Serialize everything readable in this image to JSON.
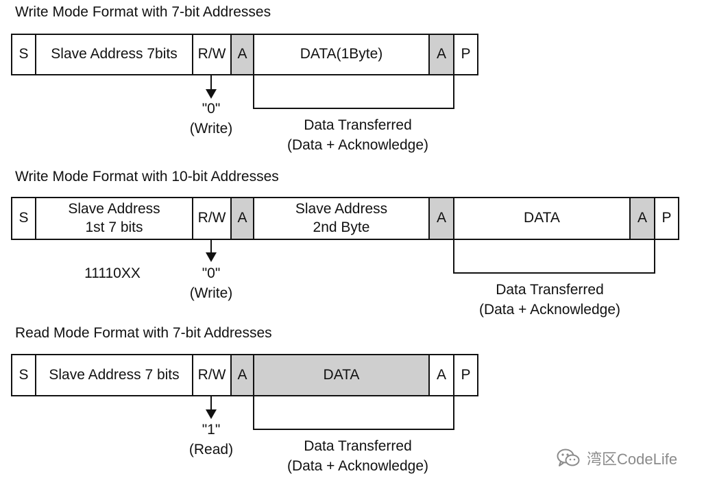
{
  "diagram": {
    "section1": {
      "title": "Write Mode Format with 7-bit Addresses",
      "cells": {
        "start": "S",
        "address": "Slave Address 7bits",
        "rw": "R/W",
        "ack1": "A",
        "data": "DATA(1Byte)",
        "ack2": "A",
        "stop": "P"
      },
      "rw_value": "\"0\"",
      "rw_mode": "(Write)",
      "transfer_line1": "Data Transferred",
      "transfer_line2": "(Data + Acknowledge)"
    },
    "section2": {
      "title": "Write Mode Format with 10-bit Addresses",
      "cells": {
        "start": "S",
        "address_line1": "Slave Address",
        "address_line2": "1st 7 bits",
        "rw": "R/W",
        "ack1": "A",
        "address2_line1": "Slave Address",
        "address2_line2": "2nd Byte",
        "ack2": "A",
        "data": "DATA",
        "ack3": "A",
        "stop": "P"
      },
      "address_pattern": "11110XX",
      "rw_value": "\"0\"",
      "rw_mode": "(Write)",
      "transfer_line1": "Data Transferred",
      "transfer_line2": "(Data + Acknowledge)"
    },
    "section3": {
      "title": "Read Mode Format with 7-bit Addresses",
      "cells": {
        "start": "S",
        "address": "Slave Address 7 bits",
        "rw": "R/W",
        "ack1": "A",
        "data": "DATA",
        "ack2": "A",
        "stop": "P"
      },
      "rw_value": "\"1\"",
      "rw_mode": "(Read)",
      "transfer_line1": "Data Transferred",
      "transfer_line2": "(Data + Acknowledge)"
    },
    "colors": {
      "shaded_cell": "#cfcfcf",
      "line": "#111111",
      "watermark": "#8a8a8a"
    }
  },
  "watermark": {
    "icon": "wechat-icon",
    "text": "湾区CodeLife"
  }
}
